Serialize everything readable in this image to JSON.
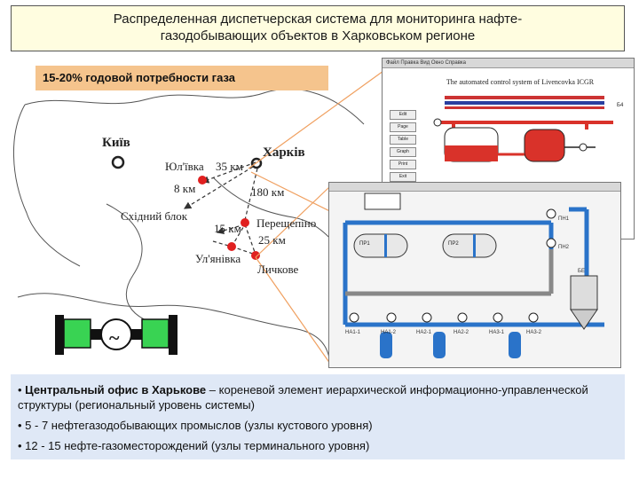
{
  "header": {
    "title_line1": "Распределенная диспетчерская система для мониторинга нафте-",
    "title_line2": "газодобывающих объектов в  Харковськом регионе"
  },
  "demand_label": "15-20% годовой потребности газа",
  "map": {
    "kyiv": "Київ",
    "kharkiv": "Харків",
    "yulivka": "Юл'ївка",
    "skhidnyi_blok": "Східний блок",
    "pereshchepyno": "Перещепіно",
    "ulianivka": "Ул'янівка",
    "lychkove": "Личкове",
    "dist_35": "35 км",
    "dist_8": "8 км",
    "dist_180": "180 км",
    "dist_15": "15 км",
    "dist_25": "25 км"
  },
  "scada_top": {
    "menu": "Файл  Правка  Вид  Окно  Справка",
    "title": "The automated control system of Livencovka ICGR",
    "buttons": [
      "Edit",
      "Page",
      "Table",
      "Graph",
      "Print",
      "Exit"
    ],
    "tag_right": "Б4"
  },
  "scada_bottom": {
    "separators": [
      "ПР1",
      "ПР2"
    ],
    "storage": "БЕ",
    "top_pumps": [
      "ПН1",
      "ПН2"
    ],
    "pumps": [
      "НА1-1",
      "НА1-2",
      "НА2-1",
      "НА2-2",
      "НА3-1",
      "НА3-2"
    ]
  },
  "bullets": {
    "b1_bold": "Центральный офис в Харькове",
    "b1_rest": " – кореневой элемент иерархической информационно-управленческой структуры (региональный уровень системы)",
    "b2": "5 - 7  нефтегазодобывающих промыслов (узлы кустового уровня)",
    "b3": "12 - 15 нефте-газоместорождений (узлы терминального уровня)"
  },
  "colors": {
    "title_bg": "#fffde0",
    "demand_bg": "#f5c48d",
    "bullets_bg": "#dfe8f6",
    "node_red": "#e02020",
    "pipe_blue": "#2a73c9",
    "motor_green": "#39d353",
    "tank_red": "#d9322a"
  }
}
